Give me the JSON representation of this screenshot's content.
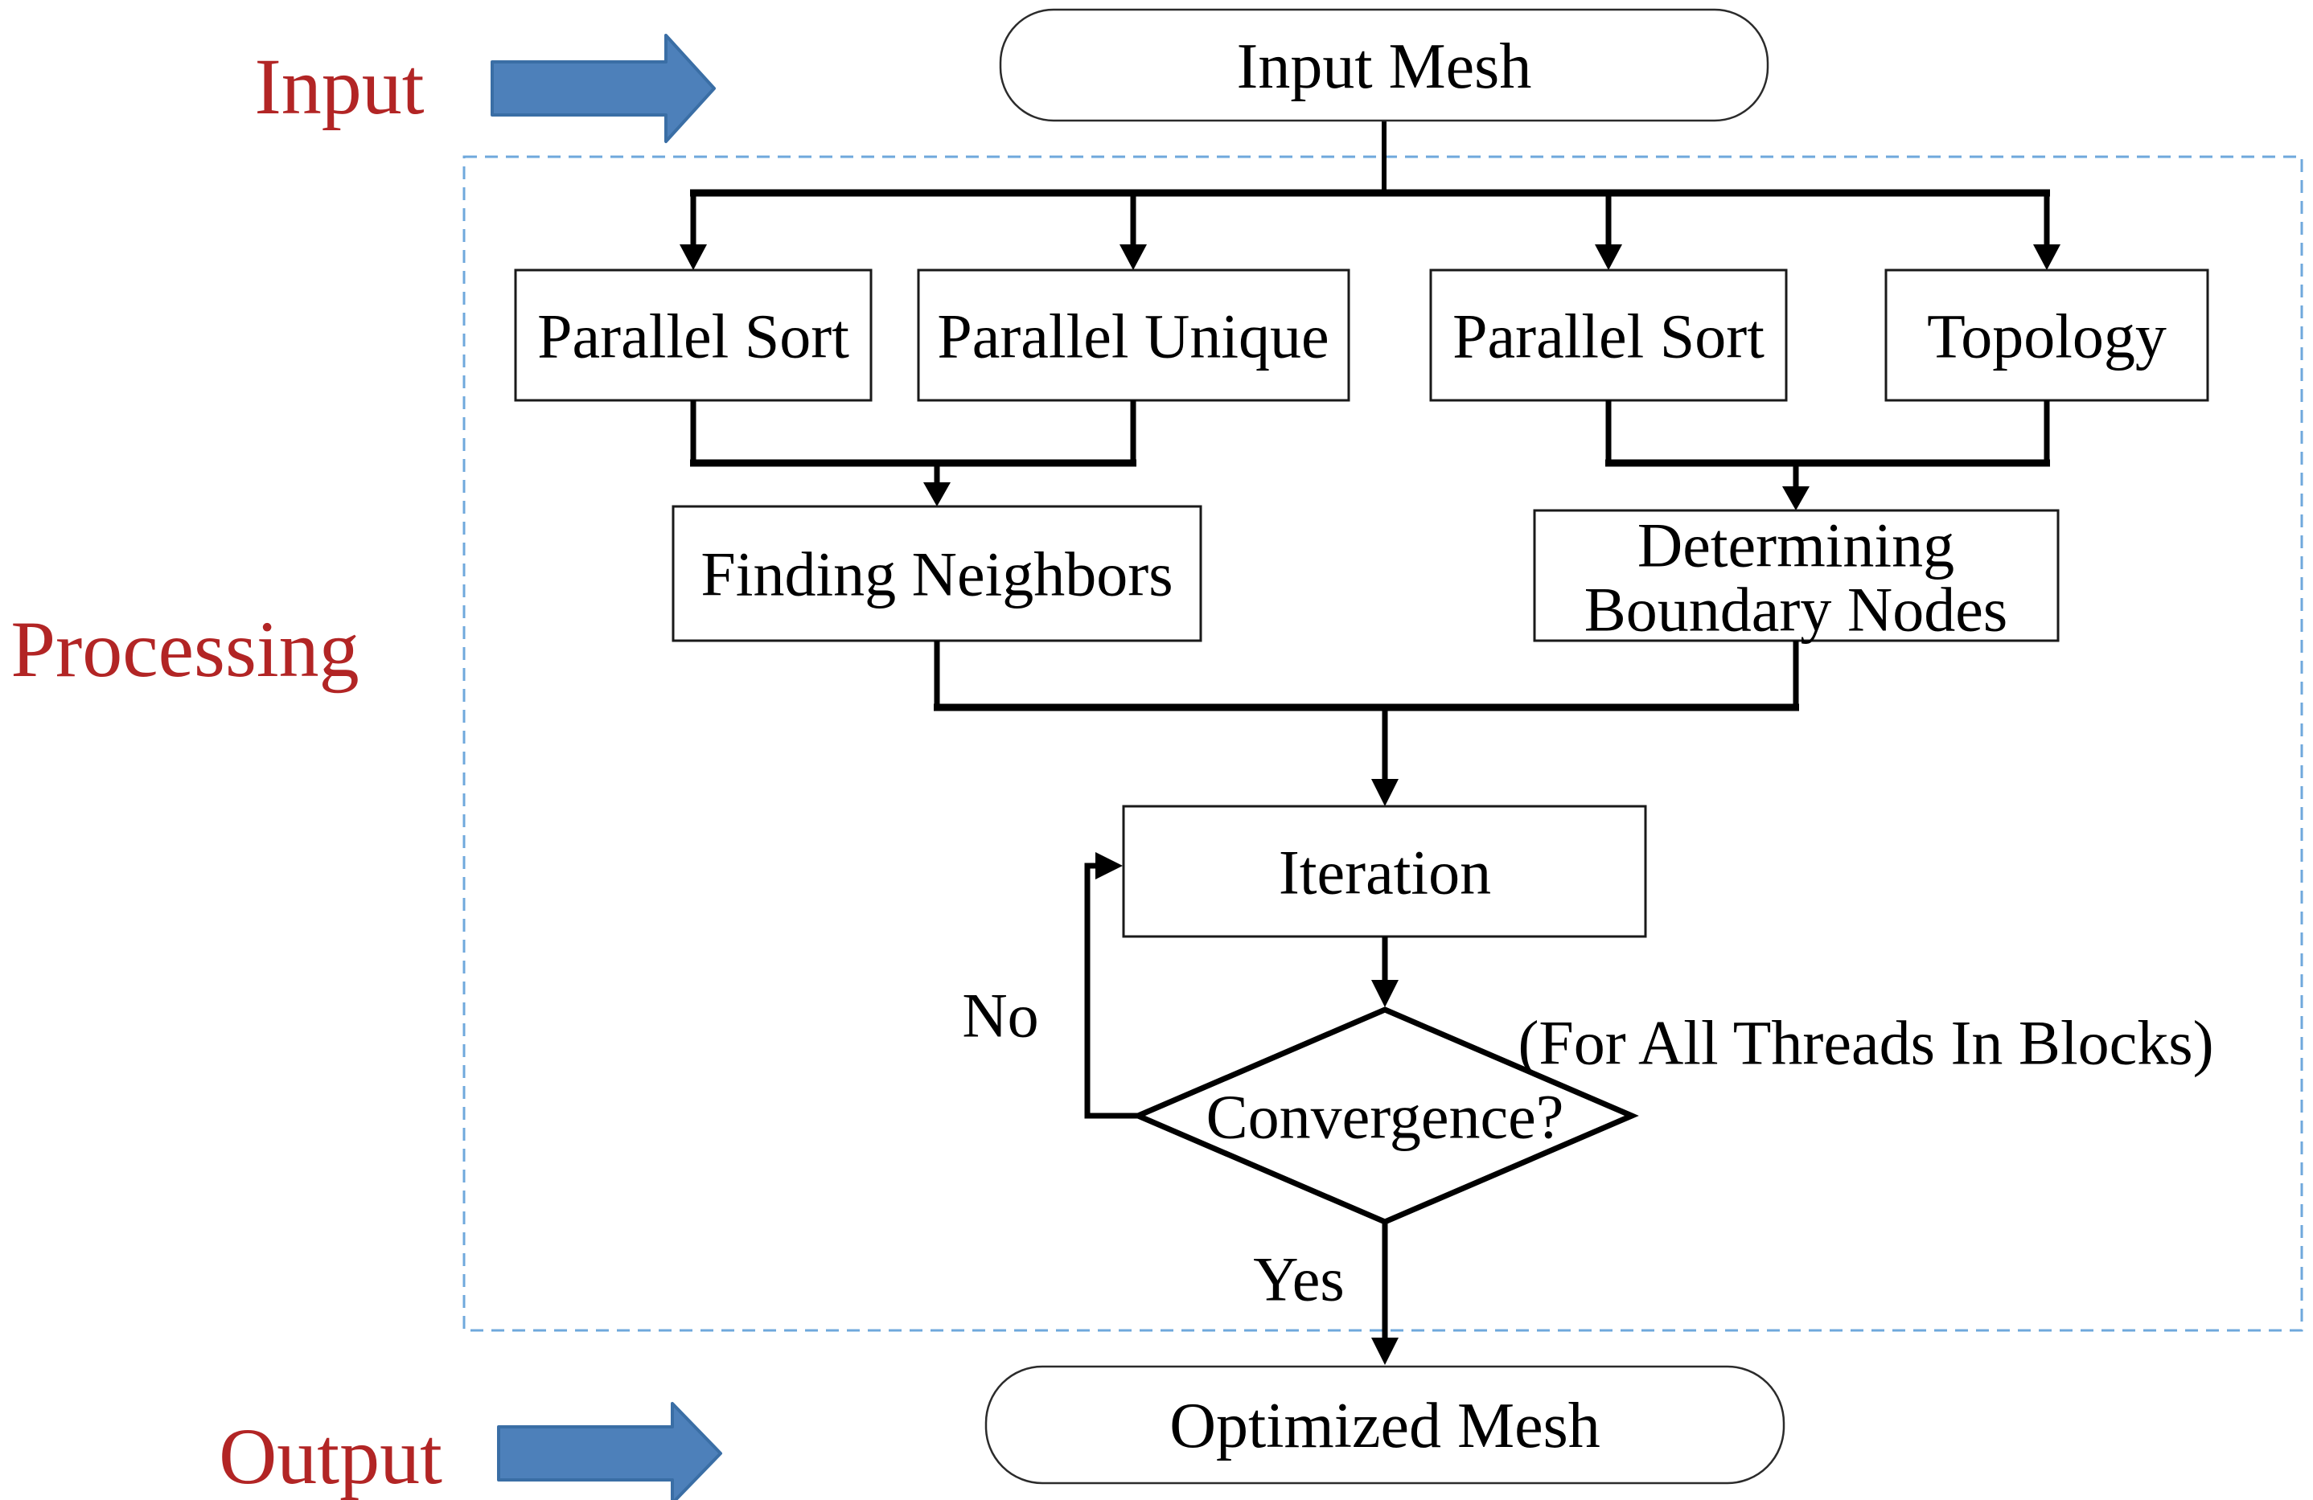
{
  "diagram": {
    "stage_labels": {
      "input": "Input",
      "processing": "Processing",
      "output": "Output"
    },
    "nodes": {
      "input_mesh": "Input Mesh",
      "parallel_sort_left": "Parallel Sort",
      "parallel_unique": "Parallel Unique",
      "parallel_sort_right": "Parallel Sort",
      "topology": "Topology",
      "finding_neighbors": "Finding Neighbors",
      "determining_boundary_line1": "Determining",
      "determining_boundary_line2": "Boundary Nodes",
      "iteration": "Iteration",
      "convergence": "Convergence?",
      "optimized_mesh": "Optimized Mesh"
    },
    "branch_labels": {
      "no": "No",
      "yes": "Yes"
    },
    "annotation": "(For All Threads In Blocks)",
    "colors": {
      "label_red": "#B22525",
      "arrow_fill": "#4D80BA",
      "arrow_outline": "#3A6EA5",
      "processing_border_blue": "#6FA8DC",
      "flow_line": "#000000"
    }
  }
}
